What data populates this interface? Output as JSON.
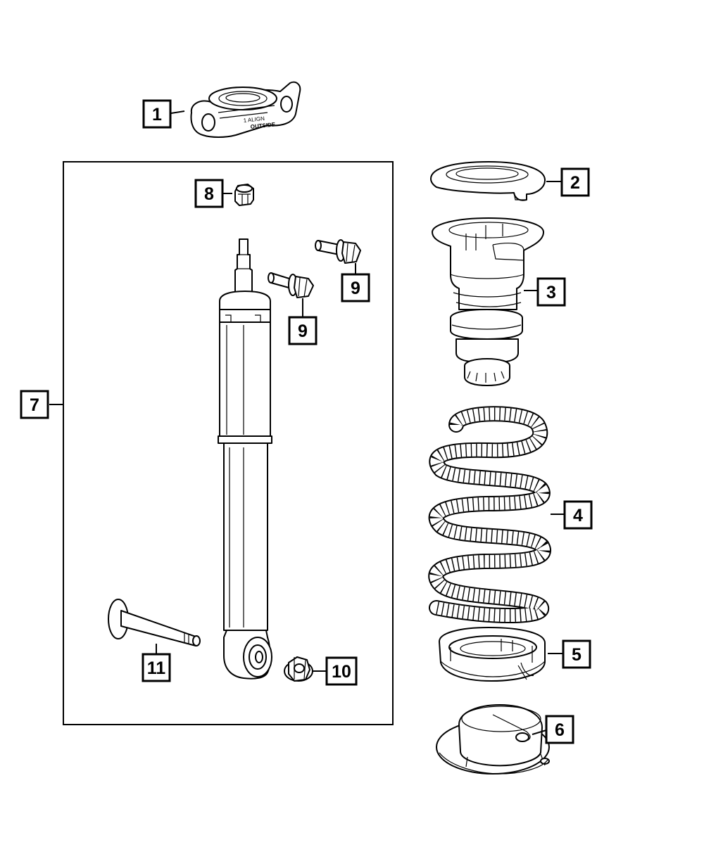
{
  "callouts": [
    {
      "id": "c1",
      "label": "1"
    },
    {
      "id": "c2",
      "label": "2"
    },
    {
      "id": "c3",
      "label": "3"
    },
    {
      "id": "c4",
      "label": "4"
    },
    {
      "id": "c5",
      "label": "5"
    },
    {
      "id": "c6",
      "label": "6"
    },
    {
      "id": "c7",
      "label": "7"
    },
    {
      "id": "c8",
      "label": "8"
    },
    {
      "id": "c9a",
      "label": "9"
    },
    {
      "id": "c9b",
      "label": "9"
    },
    {
      "id": "c10",
      "label": "10"
    },
    {
      "id": "c11",
      "label": "11"
    }
  ],
  "mount_markings": {
    "line1": "1 ALIGN",
    "line2": "OUTSIDE"
  },
  "colors": {
    "line": "#000000",
    "background": "#ffffff"
  }
}
